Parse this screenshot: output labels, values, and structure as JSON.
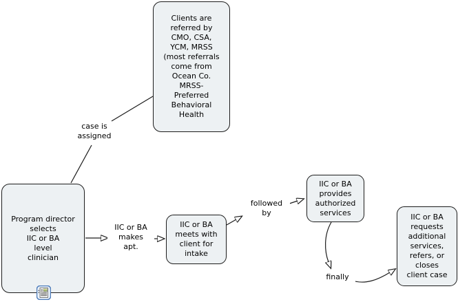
{
  "diagram": {
    "background": "#ffffff",
    "node_fill": "#edf1f3",
    "node_border": "#1b1b1b",
    "line_color": "#1b1b1b",
    "text_color": "#000000",
    "resource_icon_border": "#4a79b8",
    "nodes": {
      "referral": {
        "text": "Clients are\nreferred by\nCMO, CSA,\nYCM, MRSS\n(most referrals\ncome from\nOcean Co.\nMRSS-\nPreferred\nBehavioral\nHealth"
      },
      "director": {
        "text": "Program director\nselects\nIIC or BA\nlevel\nclinician"
      },
      "intake": {
        "text": "IIC or BA\nmeets with\nclient for\nintake"
      },
      "services": {
        "text": "IIC or BA\nprovides\nauthorized\nservices"
      },
      "closure": {
        "text": "IIC or BA\nrequests\nadditional\nservices,\nrefers,  or\ncloses\nclient case"
      }
    },
    "edge_labels": {
      "case_assigned": "case is\nassigned",
      "makes_apt": "IIC or BA\nmakes\napt.",
      "followed_by": "followed\nby",
      "finally": "finally"
    },
    "icons": {
      "resource": "document-resource-icon"
    }
  }
}
